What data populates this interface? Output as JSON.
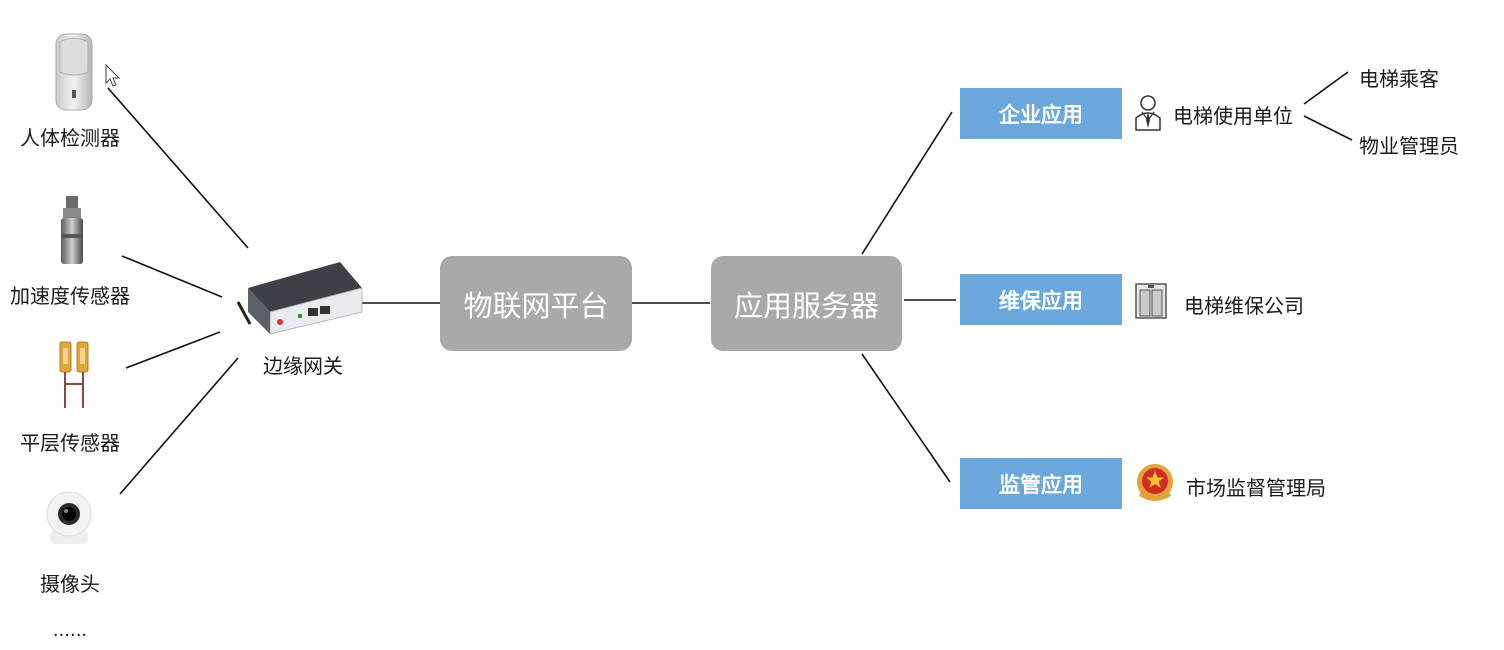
{
  "sensors": [
    {
      "label": "人体检测器",
      "icon": "pir-sensor-icon"
    },
    {
      "label": "加速度传感器",
      "icon": "accelerometer-icon"
    },
    {
      "label": "平层传感器",
      "icon": "level-sensor-icon"
    },
    {
      "label": "摄像头",
      "icon": "camera-icon"
    }
  ],
  "more": "......",
  "gateway": {
    "label": "边缘网关",
    "icon": "gateway-device-icon"
  },
  "platform": "物联网平台",
  "server": "应用服务器",
  "apps": [
    {
      "label": "企业应用",
      "target": "电梯使用单位",
      "icon": "person-icon"
    },
    {
      "label": "维保应用",
      "target": "电梯维保公司",
      "icon": "elevator-icon"
    },
    {
      "label": "监管应用",
      "target": "市场监督管理局",
      "icon": "emblem-icon"
    }
  ],
  "users": [
    "电梯乘客",
    "物业管理员"
  ],
  "colors": {
    "box_gray": "#a9a9a9",
    "box_blue": "#69a7dc",
    "line": "#111111"
  }
}
